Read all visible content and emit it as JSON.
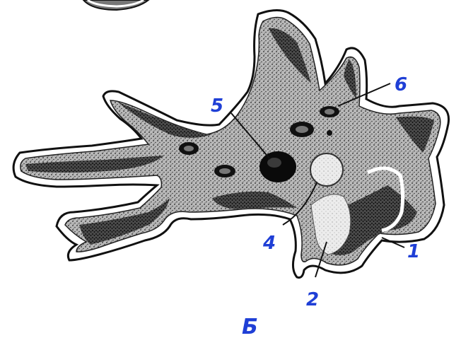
{
  "labels": {
    "outer_membrane": "1",
    "ectoplasm": "2",
    "contractile_vacuole": "4",
    "nucleus": "5",
    "food_vacuole": "6",
    "figure_letter": "Б"
  },
  "colors": {
    "label_blue": "#1f3fd6",
    "ink": "#111111",
    "cytoplasm_fill": "#8d8d8d",
    "outline_fill": "#ffffff"
  }
}
